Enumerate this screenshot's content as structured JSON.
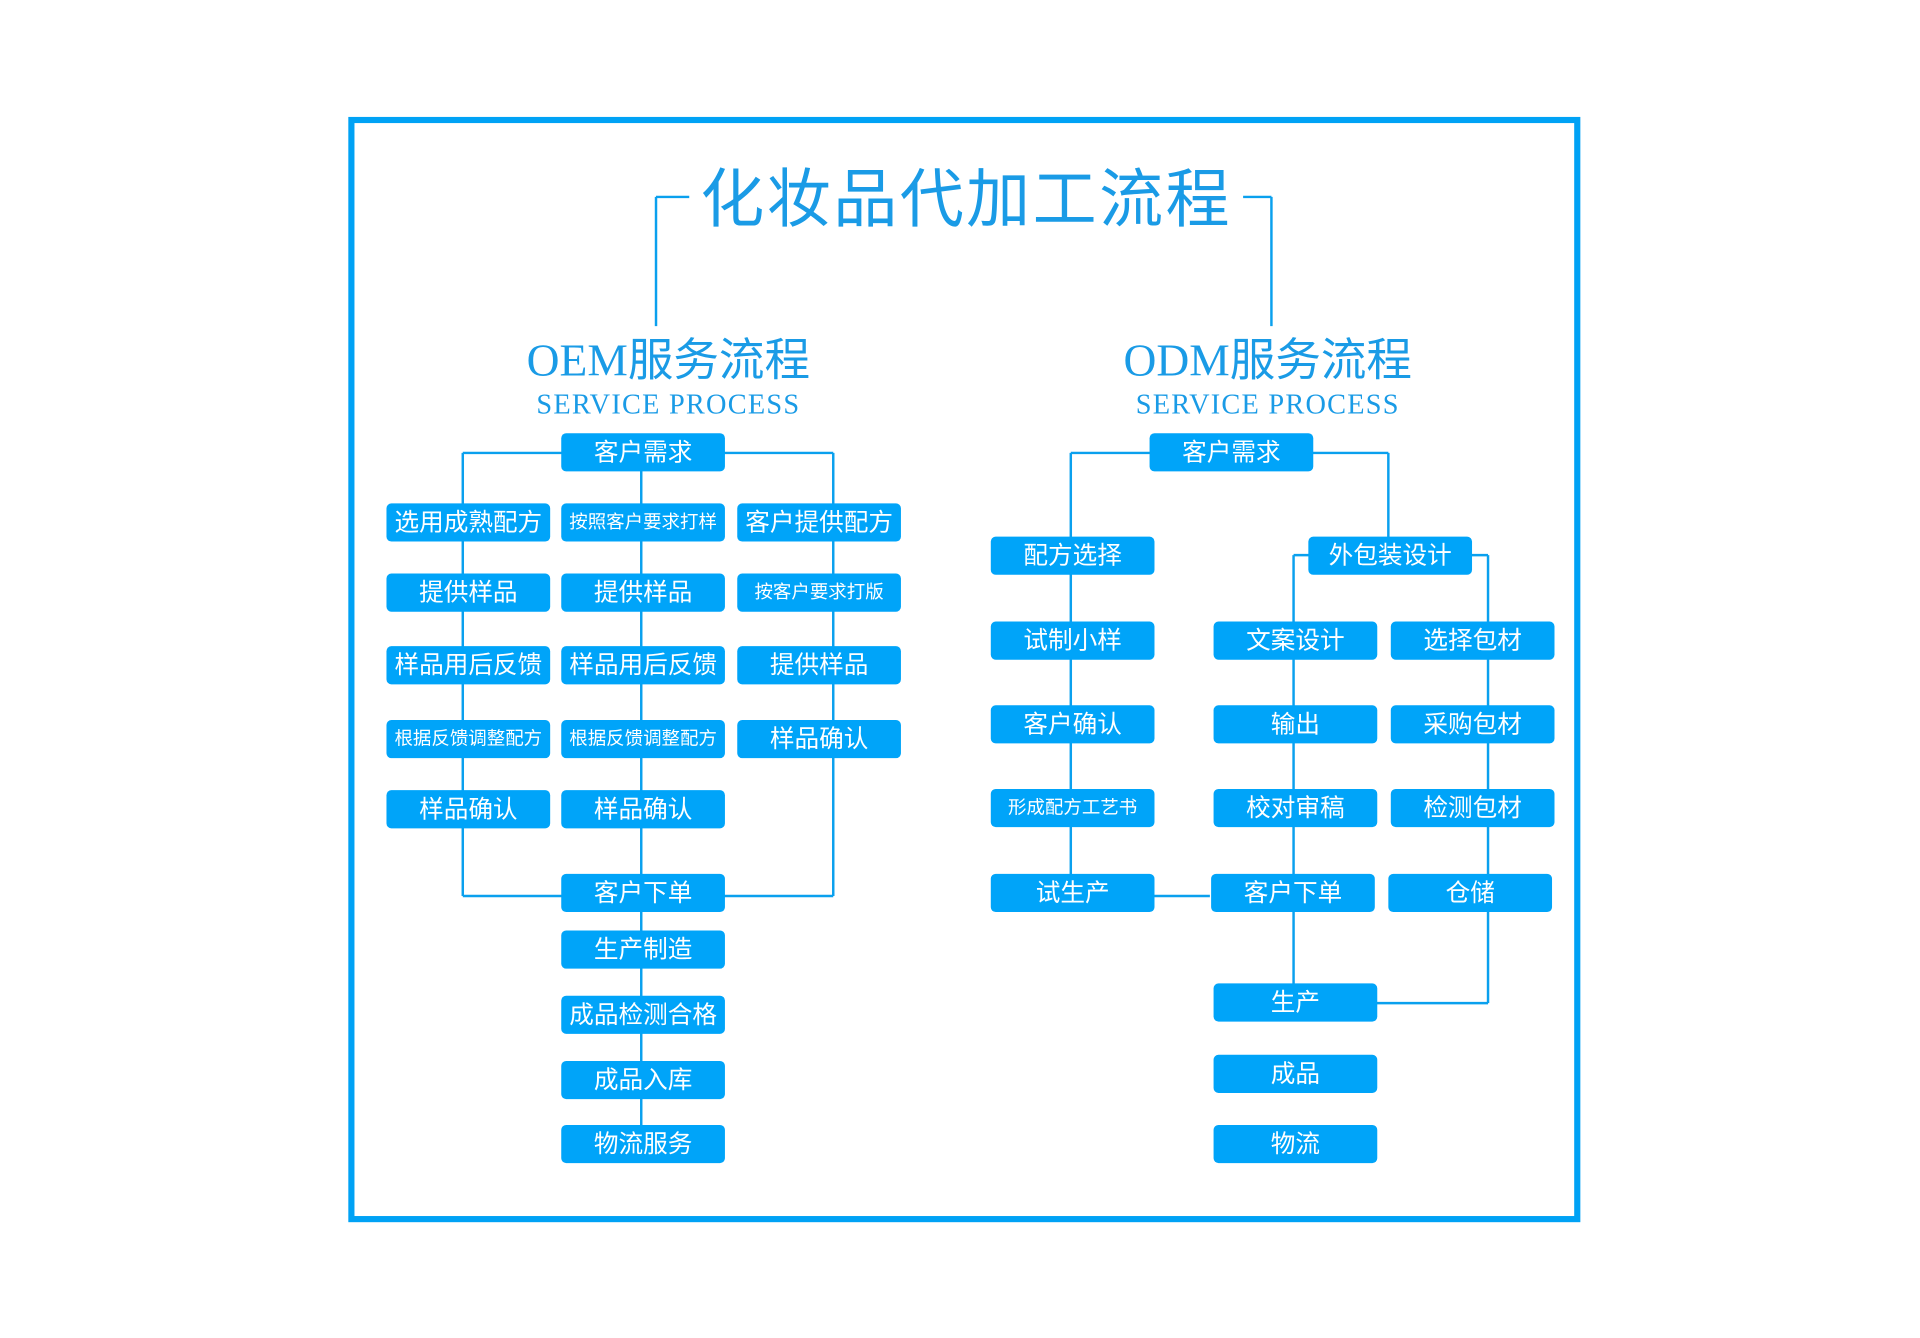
{
  "title": "化妆品代加工流程",
  "oem": {
    "heading": "OEM服务流程",
    "subheading": "SERVICE PROCESS",
    "start": "客户需求",
    "col1": [
      "选用成熟配方",
      "提供样品",
      "样品用后反馈",
      "根据反馈调整配方",
      "样品确认"
    ],
    "col2": [
      "按照客户要求打样",
      "提供样品",
      "样品用后反馈",
      "根据反馈调整配方",
      "样品确认"
    ],
    "col3": [
      "客户提供配方",
      "按客户要求打版",
      "提供样品",
      "样品确认"
    ],
    "tail": [
      "客户下单",
      "生产制造",
      "成品检测合格",
      "成品入库",
      "物流服务"
    ]
  },
  "odm": {
    "heading": "ODM服务流程",
    "subheading": "SERVICE PROCESS",
    "start": "客户需求",
    "left": [
      "配方选择",
      "试制小样",
      "客户确认",
      "形成配方工艺书",
      "试生产"
    ],
    "packaging": "外包装设计",
    "mid": [
      "文案设计",
      "输出",
      "校对审稿",
      "客户下单",
      "生产",
      "成品",
      "物流"
    ],
    "right": [
      "选择包材",
      "采购包材",
      "检测包材",
      "仓储"
    ]
  },
  "colors": {
    "accent": "#00a4f9",
    "text": "#1a9be6"
  }
}
